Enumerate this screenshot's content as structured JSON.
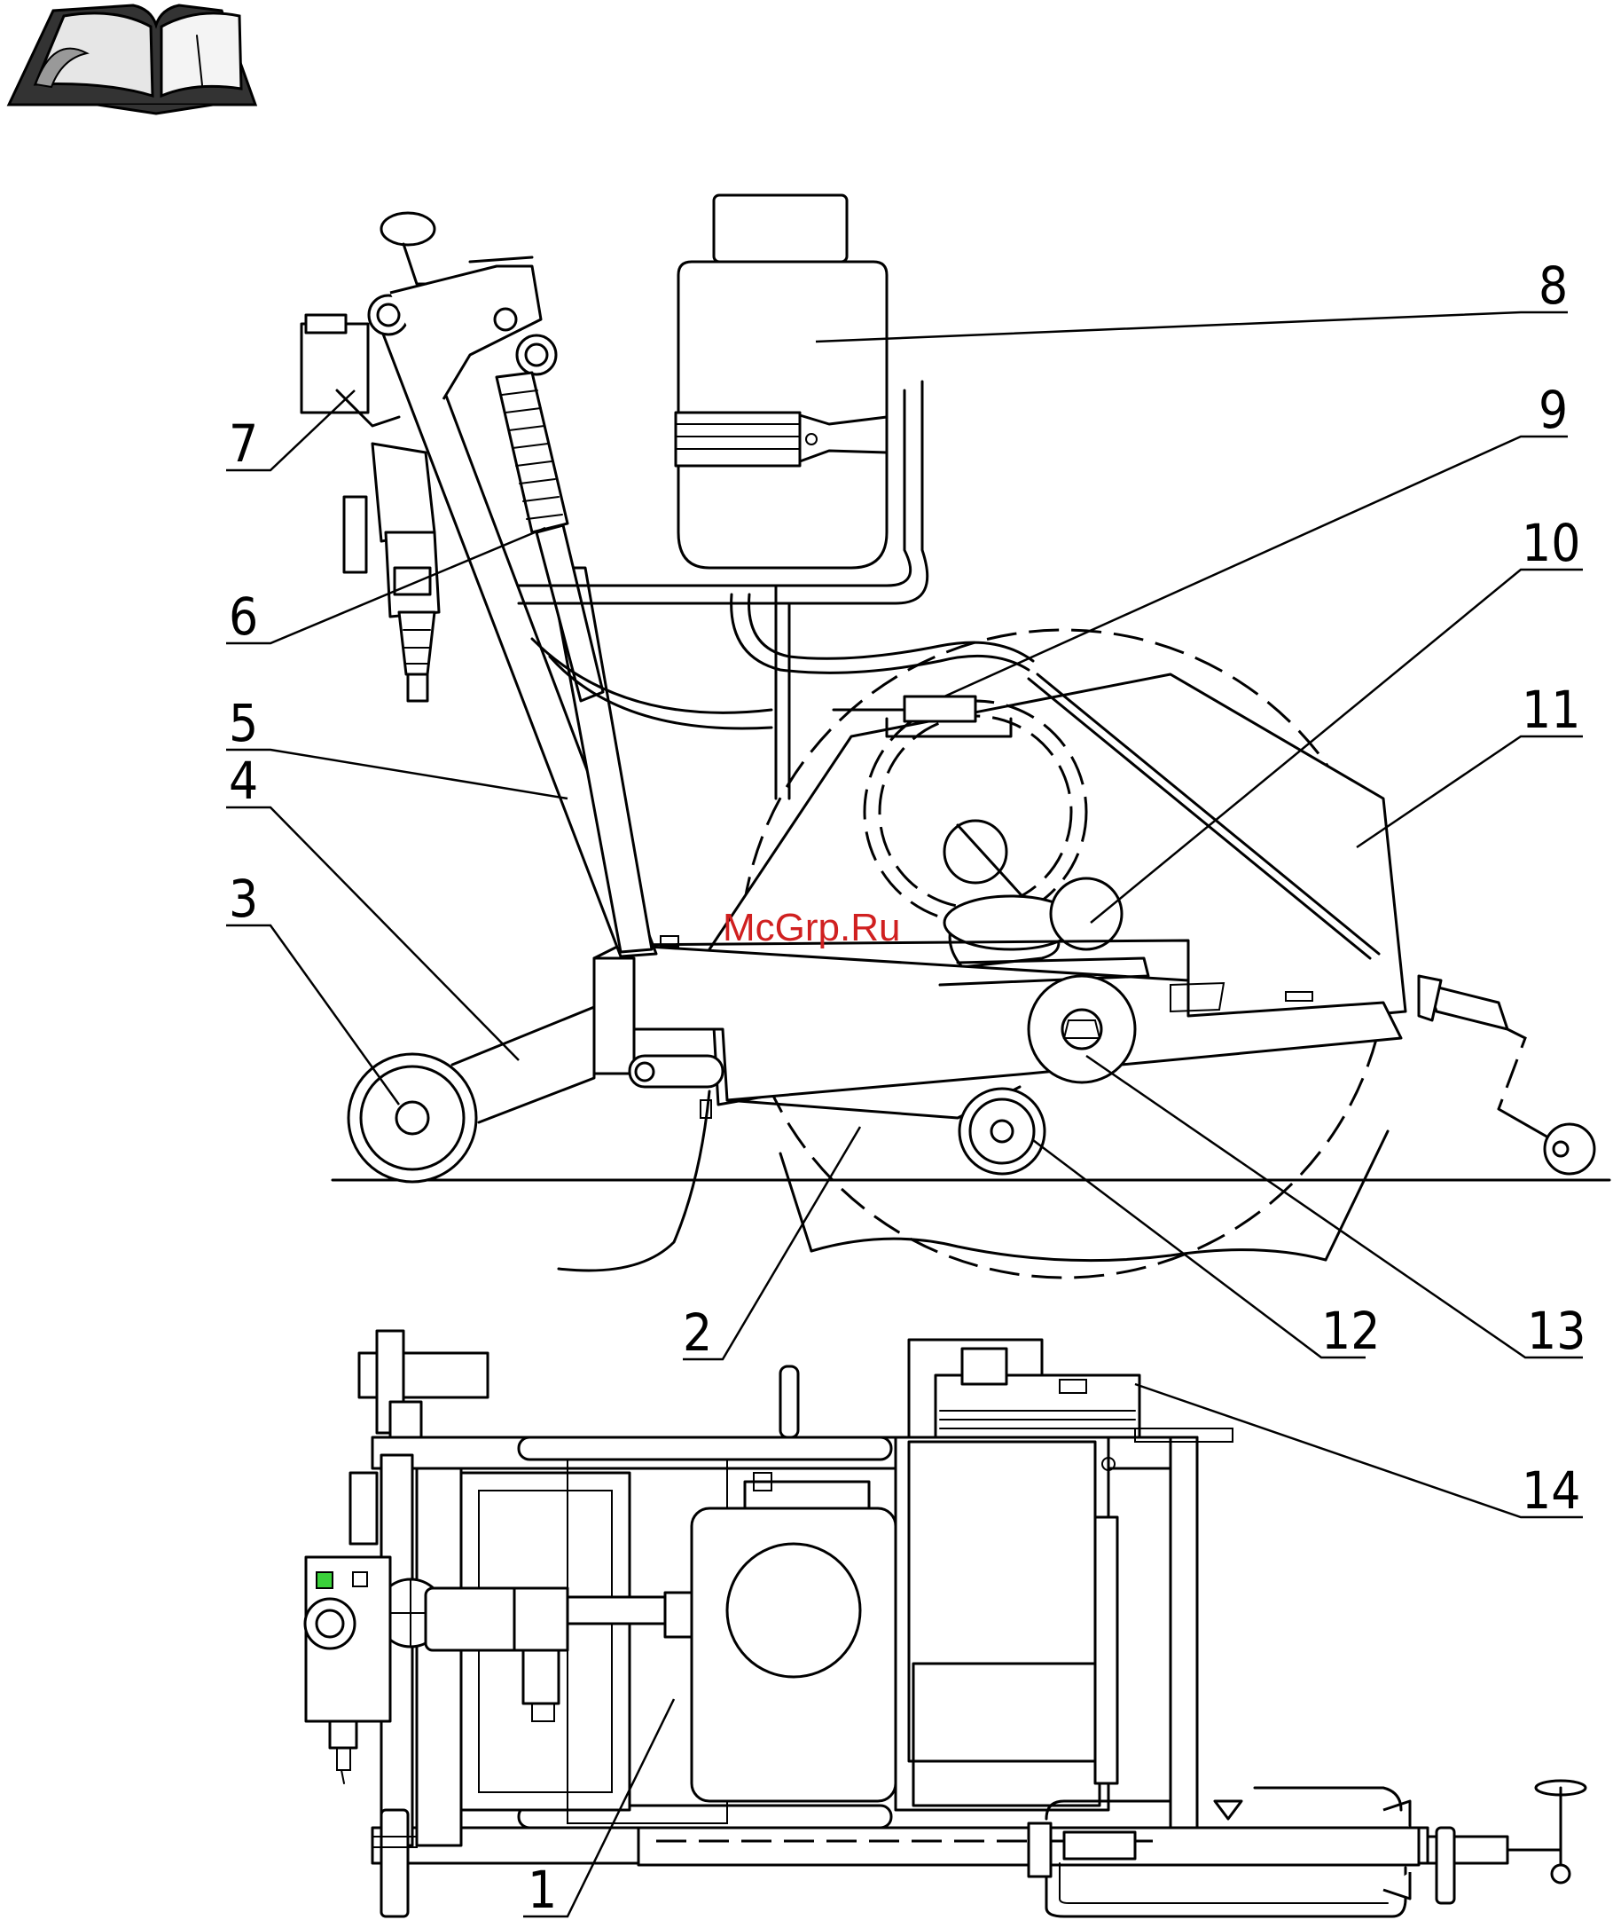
{
  "watermark": "McGrp.Ru",
  "callouts": [
    {
      "id": "1",
      "text": "1"
    },
    {
      "id": "2",
      "text": "2"
    },
    {
      "id": "3",
      "text": "3"
    },
    {
      "id": "4",
      "text": "4"
    },
    {
      "id": "5",
      "text": "5"
    },
    {
      "id": "6",
      "text": "6"
    },
    {
      "id": "7",
      "text": "7"
    },
    {
      "id": "8",
      "text": "8"
    },
    {
      "id": "9",
      "text": "9"
    },
    {
      "id": "10",
      "text": "10"
    },
    {
      "id": "11",
      "text": "11"
    },
    {
      "id": "12",
      "text": "12"
    },
    {
      "id": "13",
      "text": "13"
    },
    {
      "id": "14",
      "text": "14"
    }
  ],
  "icons": {
    "manual": "open-book-icon"
  }
}
